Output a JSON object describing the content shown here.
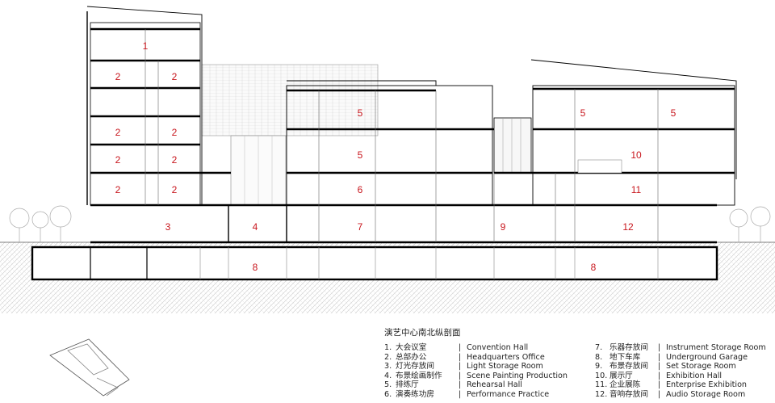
{
  "title": "演艺中心南北纵剖面",
  "section_labels": [
    "1",
    "2",
    "2",
    "2",
    "2",
    "2",
    "2",
    "2",
    "2",
    "3",
    "4",
    "5",
    "5",
    "6",
    "7",
    "9",
    "12",
    "5",
    "5",
    "10",
    "11",
    "8",
    "8"
  ],
  "legend_left": [
    {
      "num": "1.",
      "zh": "大会议室",
      "en": "Convention Hall"
    },
    {
      "num": "2.",
      "zh": "总部办公",
      "en": "Headquarters Office"
    },
    {
      "num": "3.",
      "zh": "灯光存放间",
      "en": "Light Storage Room"
    },
    {
      "num": "4.",
      "zh": "布景绘画制作",
      "en": "Scene Painting Production"
    },
    {
      "num": "5.",
      "zh": "排练厅",
      "en": "Rehearsal Hall"
    },
    {
      "num": "6.",
      "zh": "演奏练功房",
      "en": "Performance Practice"
    }
  ],
  "legend_right": [
    {
      "num": "7.",
      "zh": "乐器存放间",
      "en": "Instrument Storage Room"
    },
    {
      "num": "8.",
      "zh": "地下车库",
      "en": "Underground Garage"
    },
    {
      "num": "9.",
      "zh": "布景存放间",
      "en": "Set Storage Room"
    },
    {
      "num": "10.",
      "zh": "展示厅",
      "en": "Exhibition Hall"
    },
    {
      "num": "11.",
      "zh": "企业展陈",
      "en": "Enterprise Exhibition"
    },
    {
      "num": "12.",
      "zh": "音响存放间",
      "en": "Audio Storage Room"
    }
  ],
  "separator": "|"
}
